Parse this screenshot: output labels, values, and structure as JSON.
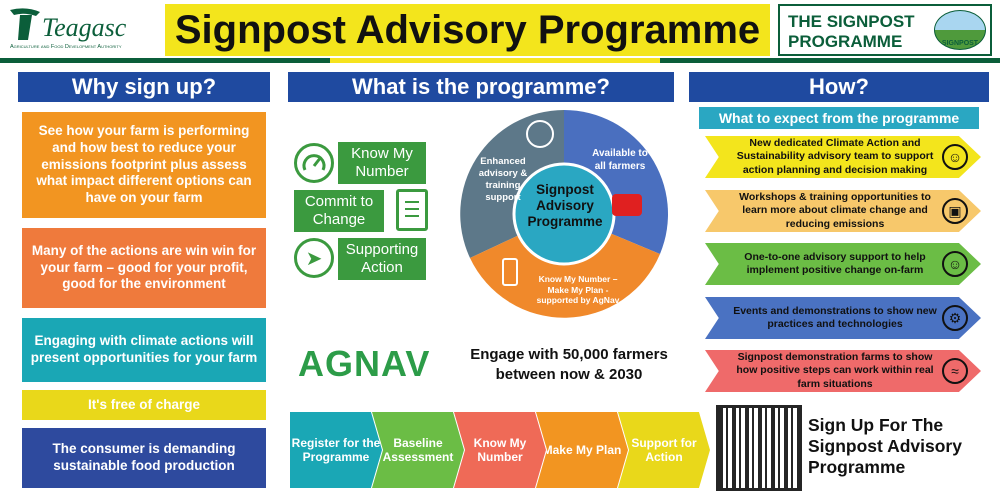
{
  "header": {
    "brand_name": "Teagasc",
    "brand_tagline": "Agriculture and Food Development Authority",
    "title": "Signpost Advisory Programme",
    "badge_line1": "THE SIGNPOST",
    "badge_line2": "PROGRAMME",
    "badge_small": "SIGNPOST"
  },
  "why": {
    "heading": "Why sign up?",
    "cards": [
      {
        "text": "See how your farm is performing and how best to reduce your emissions footprint plus assess what impact different options can have on your farm",
        "color": "#f29521"
      },
      {
        "text": "Many of the actions are win win for your farm – good for your profit, good for the environment",
        "color": "#ef7a3c"
      },
      {
        "text": "Engaging with climate actions will present opportunities for your farm",
        "color": "#1aa7b5"
      },
      {
        "text": "It's free of charge",
        "color": "#e9d81a"
      },
      {
        "text": "The consumer is demanding sustainable food production",
        "color": "#2e4a9e"
      }
    ]
  },
  "what": {
    "heading": "What is the programme?",
    "items": [
      {
        "label": "Know My Number",
        "icon": "gauge-icon"
      },
      {
        "label": "Commit to Change",
        "icon": "clipboard-icon"
      },
      {
        "label": "Supporting Action",
        "icon": "runner-icon"
      }
    ],
    "wheel": {
      "center": "Signpost Advisory Programme",
      "left": "Enhanced advisory & training support",
      "right": "Available to all farmers",
      "bottom": "Know My Number – Make My Plan - supported by AgNav"
    },
    "agnav_logo": "AGNAV",
    "engage_text": "Engage with 50,000 farmers between now & 2030",
    "steps": [
      {
        "label": "Register for the Programme",
        "color": "#1aa7b5"
      },
      {
        "label": "Baseline Assessment",
        "color": "#6bbd45"
      },
      {
        "label": "Know My Number",
        "color": "#ef6a57"
      },
      {
        "label": "Make My Plan",
        "color": "#f29521"
      },
      {
        "label": "Support for Action",
        "color": "#e9d81a"
      }
    ]
  },
  "how": {
    "heading": "How?",
    "subheading": "What to expect from the programme",
    "cards": [
      {
        "text": "New dedicated Climate Action and Sustainability advisory team to support action planning and decision making",
        "color": "#f3e51c",
        "icon": "team-icon"
      },
      {
        "text": "Workshops & training opportunities to learn more about climate change and reducing emissions",
        "color": "#f7c86b",
        "icon": "presenter-icon"
      },
      {
        "text": "One-to-one advisory support to help implement positive change on-farm",
        "color": "#6bbd45",
        "icon": "person-icon"
      },
      {
        "text": "Events and demonstrations to show new practices and technologies",
        "color": "#4a72c2",
        "icon": "gear-person-icon"
      },
      {
        "text": "Signpost demonstration farms to show how positive steps can work within real farm situations",
        "color": "#ef6a6a",
        "icon": "field-icon"
      }
    ],
    "signup": "Sign Up For The Signpost Advisory Programme"
  },
  "colors": {
    "navy": "#1f4aa0",
    "green": "#3b9a3f",
    "yellow": "#f3e51c",
    "dark_green": "#0b5e3a"
  }
}
